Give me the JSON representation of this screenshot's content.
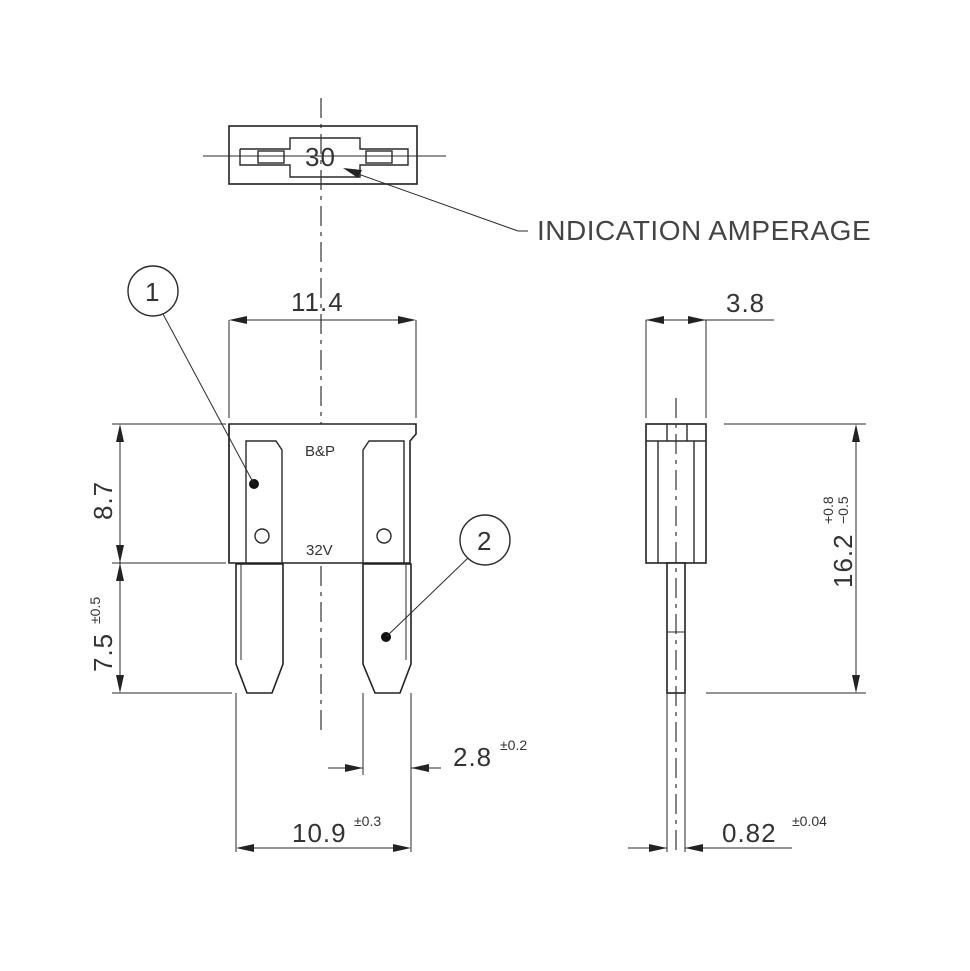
{
  "top_view": {
    "amperage_value": "30",
    "callout_label": "INDICATION AMPERAGE"
  },
  "front_view": {
    "brand_mark": "B&P",
    "voltage_mark": "32V",
    "width_dim": "11.4",
    "upper_height_dim": "8.7",
    "blade_length_dim": "7.5",
    "blade_length_tol": "±0.5",
    "blade_width_dim": "2.8",
    "blade_width_tol": "±0.2",
    "blade_span_dim": "10.9",
    "blade_span_tol": "±0.3",
    "callout_1": "1",
    "callout_2": "2"
  },
  "side_view": {
    "thickness_dim": "3.8",
    "height_dim": "16.2",
    "height_tol_plus": "+0.8",
    "height_tol_minus": "−0.5",
    "blade_thickness_dim": "0.82",
    "blade_thickness_tol": "±0.04"
  }
}
